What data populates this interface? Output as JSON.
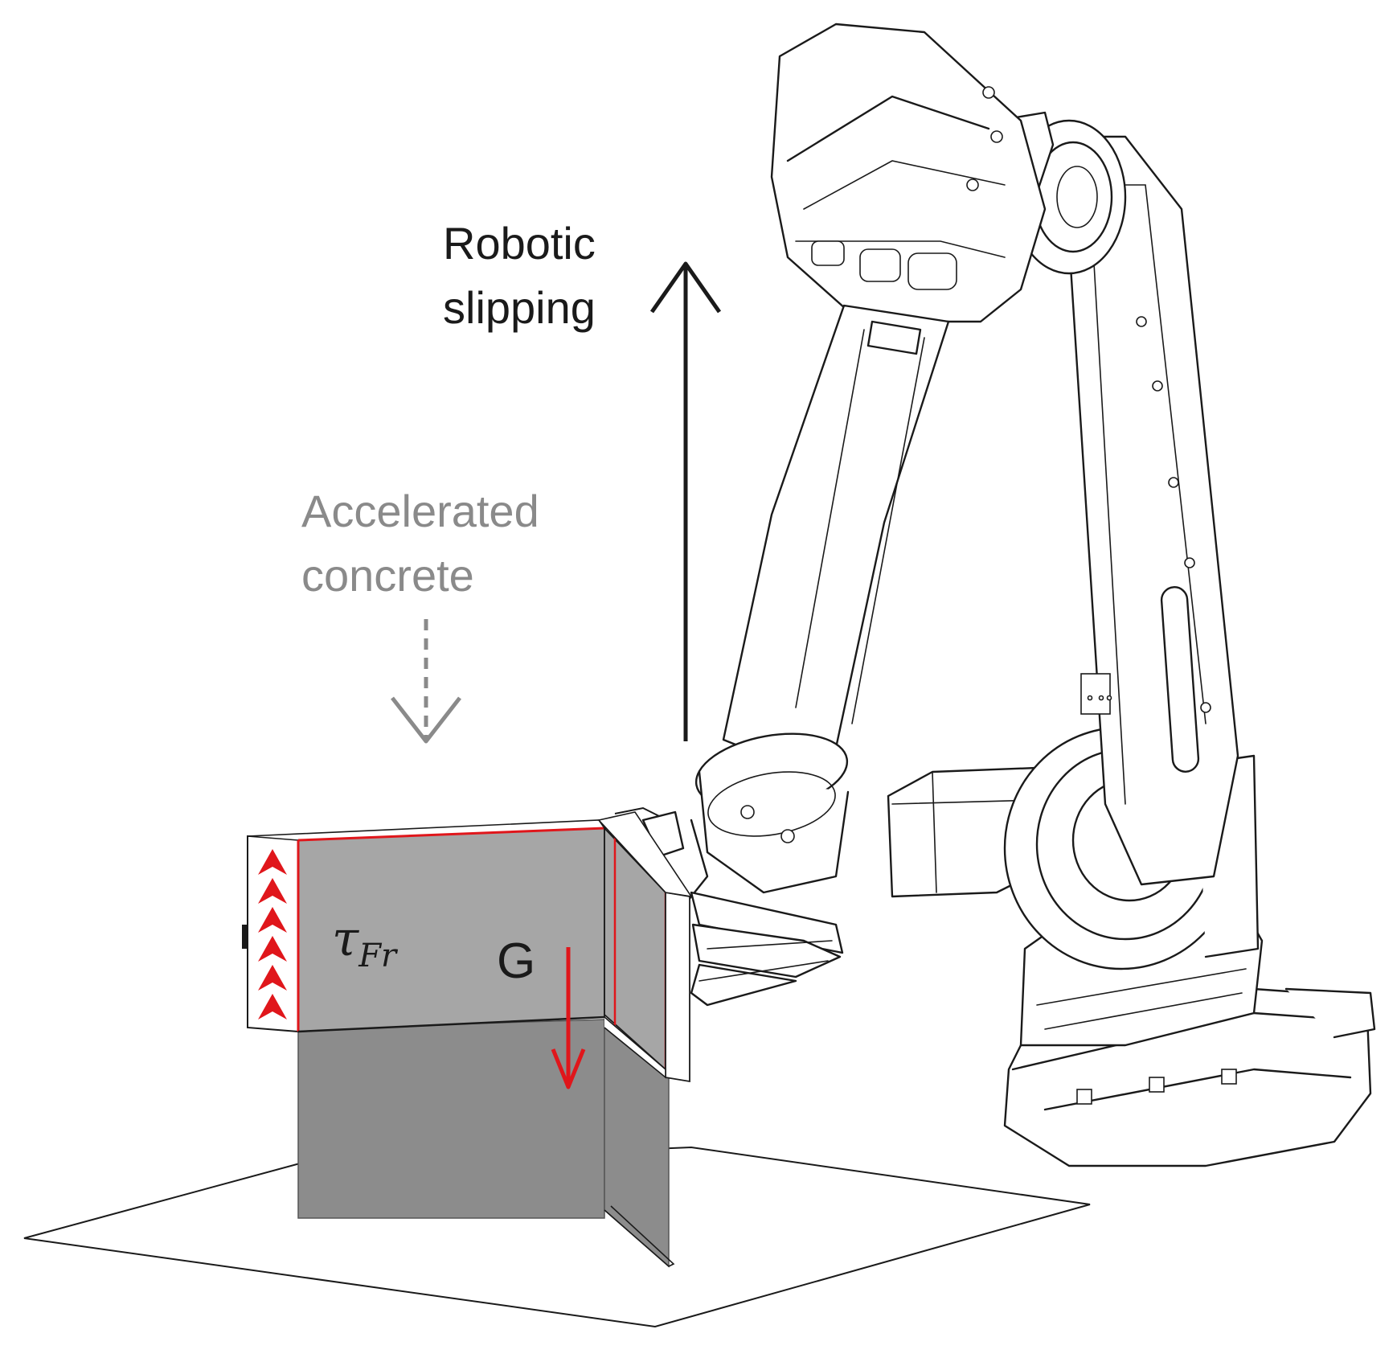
{
  "labels": {
    "robotic_line1": "Robotic",
    "robotic_line2": "slipping",
    "accelerated_line1": "Accelerated",
    "accelerated_line2": "concrete",
    "tau_symbol": "τ",
    "tau_subscript": "Fr",
    "gravity": "G"
  },
  "colors": {
    "force_red": "#e0161b",
    "concrete_light": "#a6a6a6",
    "concrete_dark": "#8c8c8c",
    "accelerated_gray": "#8a8a8a",
    "ink": "#1a1a1a"
  },
  "icons": {
    "robot": "industrial-robot-arm-icon",
    "formwork": "formwork-icon",
    "up_arrow": "arrow-up-icon",
    "down_arrow": "arrow-down-icon",
    "friction_arrows": "chevron-up-stack-icon"
  }
}
